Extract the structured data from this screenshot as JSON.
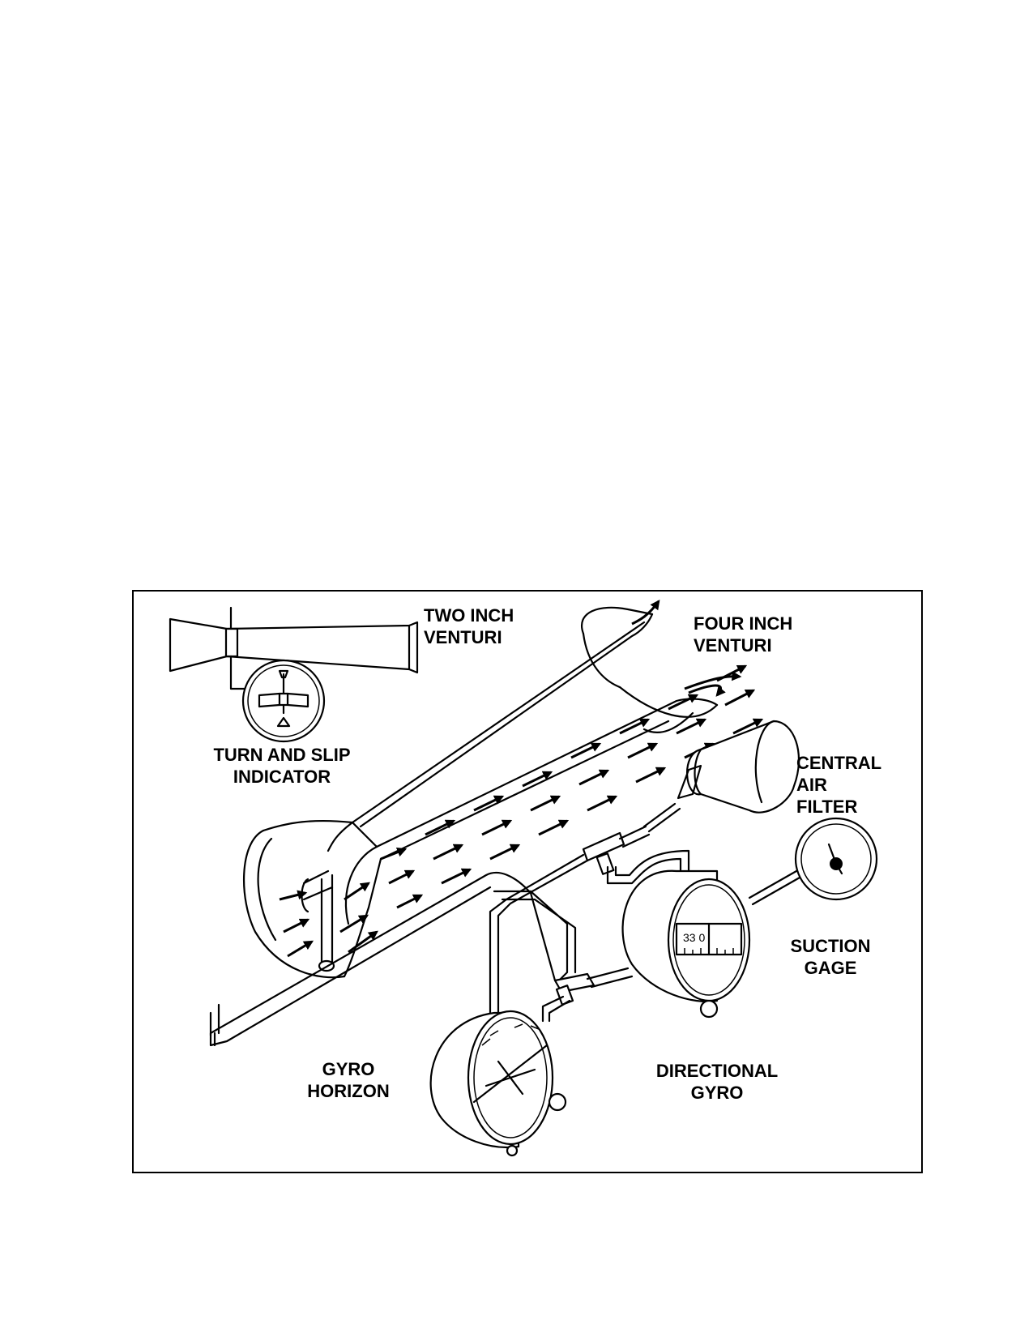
{
  "labels": {
    "two_inch_venturi": [
      "TWO INCH",
      "VENTURI"
    ],
    "four_inch_venturi": [
      "FOUR INCH",
      "VENTURI"
    ],
    "turn_and_slip": [
      "TURN AND SLIP",
      "INDICATOR"
    ],
    "central_air_filter": [
      "CENTRAL",
      "AIR",
      "FILTER"
    ],
    "suction_gage": [
      "SUCTION",
      "GAGE"
    ],
    "gyro_horizon": [
      "GYRO",
      "HORIZON"
    ],
    "directional_gyro": [
      "DIRECTIONAL",
      "GYRO"
    ]
  },
  "dial_text": {
    "directional_gyro_card": "33    0"
  },
  "colors": {
    "ink": "#000000",
    "paper": "#ffffff"
  }
}
